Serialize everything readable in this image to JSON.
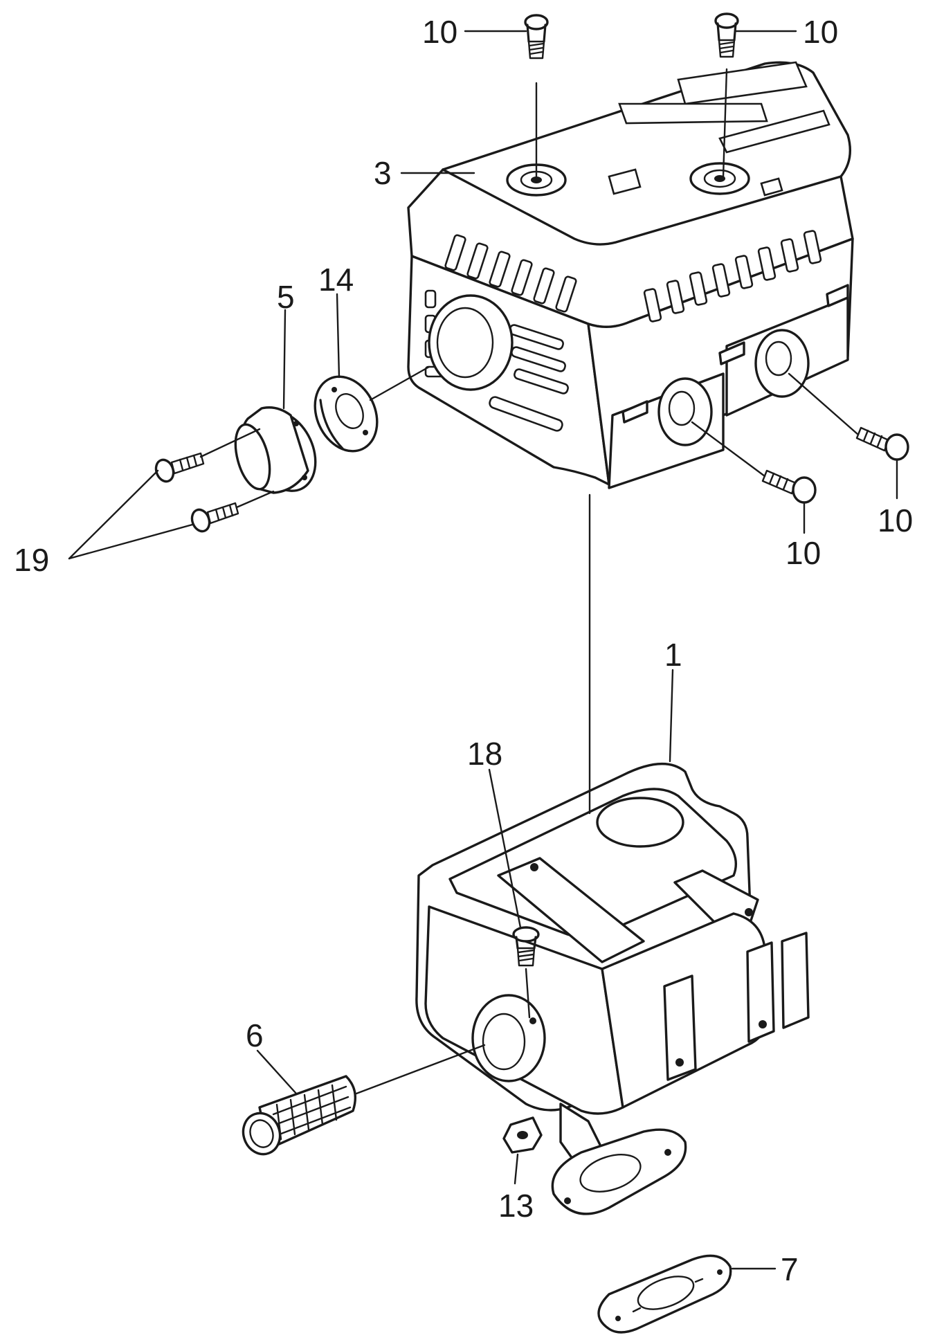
{
  "diagram": {
    "callouts": [
      {
        "id": "10a",
        "text": "10"
      },
      {
        "id": "10b",
        "text": "10"
      },
      {
        "id": "3",
        "text": "3"
      },
      {
        "id": "14",
        "text": "14"
      },
      {
        "id": "5",
        "text": "5"
      },
      {
        "id": "19",
        "text": "19"
      },
      {
        "id": "10c",
        "text": "10"
      },
      {
        "id": "10d",
        "text": "10"
      },
      {
        "id": "1",
        "text": "1"
      },
      {
        "id": "18",
        "text": "18"
      },
      {
        "id": "6",
        "text": "6"
      },
      {
        "id": "13",
        "text": "13"
      },
      {
        "id": "7",
        "text": "7"
      }
    ]
  }
}
